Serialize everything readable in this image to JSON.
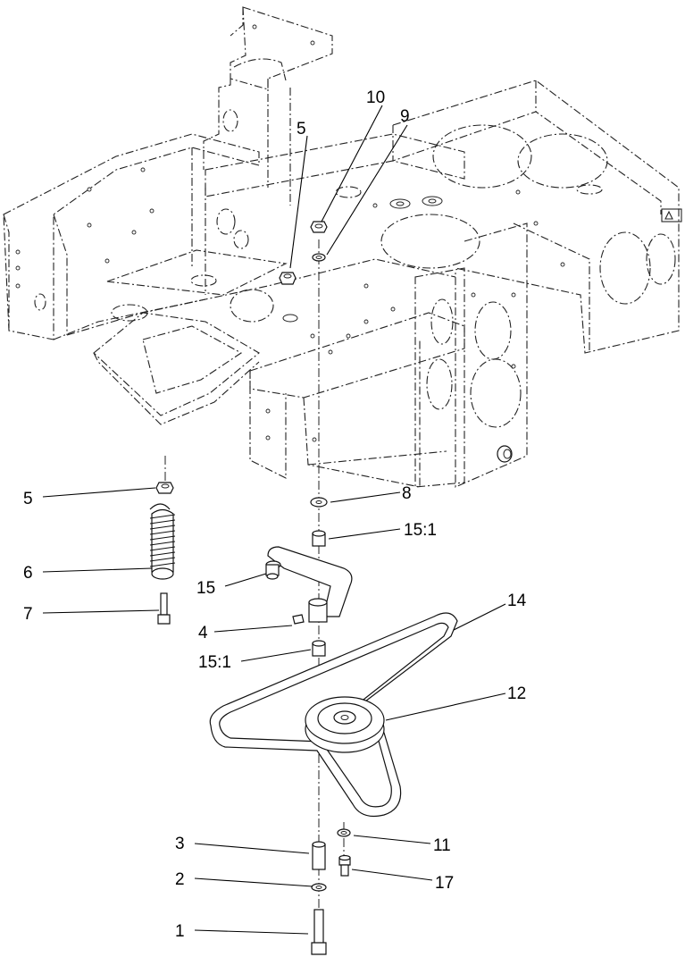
{
  "callouts": [
    {
      "id": "1",
      "label": "1"
    },
    {
      "id": "2",
      "label": "2"
    },
    {
      "id": "3",
      "label": "3"
    },
    {
      "id": "4",
      "label": "4"
    },
    {
      "id": "5a",
      "label": "5"
    },
    {
      "id": "5b",
      "label": "5"
    },
    {
      "id": "6",
      "label": "6"
    },
    {
      "id": "7",
      "label": "7"
    },
    {
      "id": "8",
      "label": "8"
    },
    {
      "id": "9",
      "label": "9"
    },
    {
      "id": "10",
      "label": "10"
    },
    {
      "id": "11",
      "label": "11"
    },
    {
      "id": "12",
      "label": "12"
    },
    {
      "id": "14",
      "label": "14"
    },
    {
      "id": "15",
      "label": "15"
    },
    {
      "id": "15-1a",
      "label": "15:1"
    },
    {
      "id": "15-1b",
      "label": "15:1"
    },
    {
      "id": "17",
      "label": "17"
    }
  ]
}
